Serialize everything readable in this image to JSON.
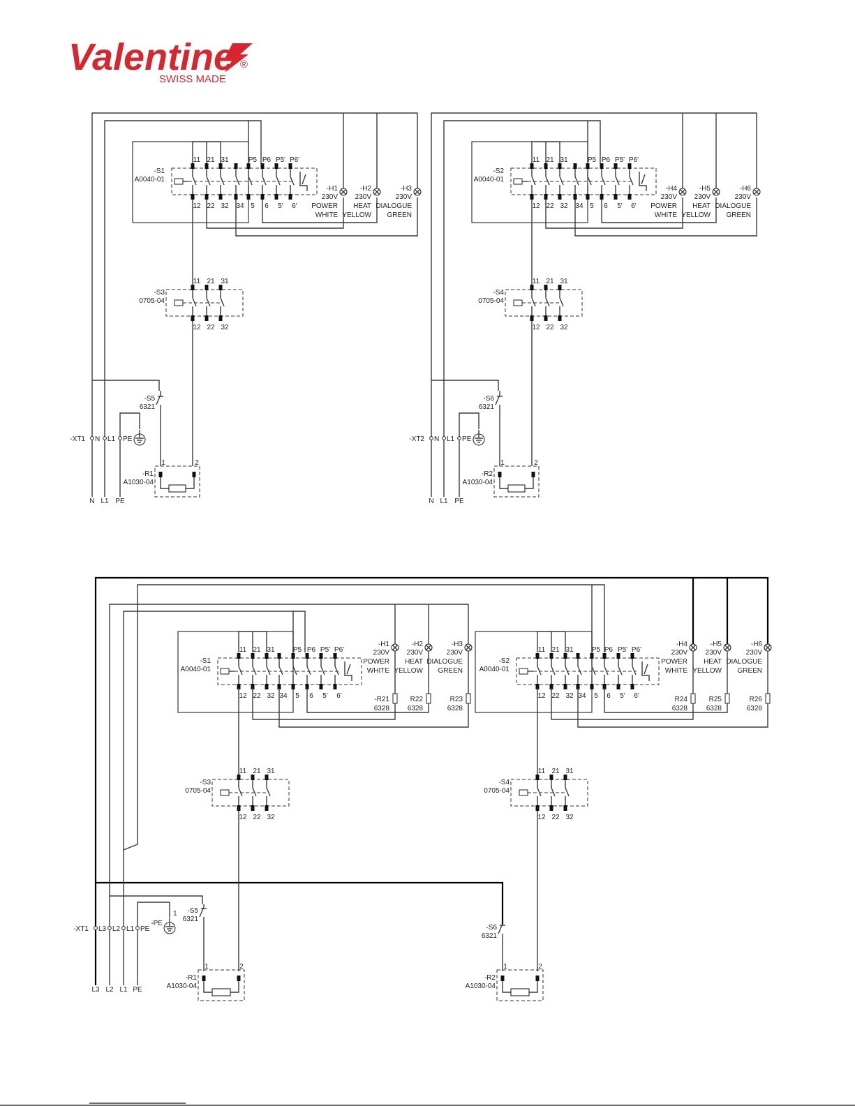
{
  "brand": {
    "name": "Valentine",
    "registered": "®",
    "tagline": "SWISS MADE",
    "color": "#d8262e"
  },
  "diagram1": {
    "terminal": "-XT1",
    "supply": [
      "N",
      "L1",
      "PE"
    ],
    "switch_main": {
      "tag": "-S1",
      "part": "A0040-01"
    },
    "switch_safety": {
      "tag": "-S3",
      "part": "0705-04"
    },
    "thermostat": {
      "tag": "-S5",
      "part": "6321"
    },
    "heater": {
      "tag": "-R1",
      "part": "A1030-04",
      "pins": [
        "1",
        "2"
      ]
    },
    "lamps": [
      {
        "tag": "-H1",
        "voltage": "230V",
        "name": "POWER",
        "color": "WHITE"
      },
      {
        "tag": "-H2",
        "voltage": "230V",
        "name": "HEAT",
        "color": "YELLOW"
      },
      {
        "tag": "-H3",
        "voltage": "230V",
        "name": "DIALOGUE",
        "color": "GREEN"
      }
    ]
  },
  "diagram2": {
    "terminal": "-XT2",
    "supply": [
      "N",
      "L1",
      "PE"
    ],
    "switch_main": {
      "tag": "-S2",
      "part": "A0040-01"
    },
    "switch_safety": {
      "tag": "-S4",
      "part": "0705-04"
    },
    "thermostat": {
      "tag": "-S6",
      "part": "6321"
    },
    "heater": {
      "tag": "-R2",
      "part": "A1030-04",
      "pins": [
        "1",
        "2"
      ]
    },
    "lamps": [
      {
        "tag": "-H4",
        "voltage": "230V",
        "name": "POWER",
        "color": "WHITE"
      },
      {
        "tag": "-H5",
        "voltage": "230V",
        "name": "HEAT",
        "color": "YELLOW"
      },
      {
        "tag": "-H6",
        "voltage": "230V",
        "name": "DIALOGUE",
        "color": "GREEN"
      }
    ]
  },
  "diagram3": {
    "terminal": "-XT1",
    "supply": [
      "L3",
      "L2",
      "L1",
      "PE"
    ],
    "earth": {
      "tag": "-PE",
      "pin": "1"
    },
    "left": {
      "switch_main": {
        "tag": "-S1",
        "part": "A0040-01"
      },
      "switch_safety": {
        "tag": "-S3",
        "part": "0705-04"
      },
      "thermostat": {
        "tag": "-S5",
        "part": "6321"
      },
      "heater": {
        "tag": "-R1",
        "part": "A1030-04",
        "pins": [
          "1",
          "2"
        ]
      },
      "lamps": [
        {
          "tag": "-H1",
          "voltage": "230V",
          "name": "POWER",
          "color": "WHITE",
          "res": "-R21",
          "res_part": "6328"
        },
        {
          "tag": "-H2",
          "voltage": "230V",
          "name": "HEAT",
          "color": "YELLOW",
          "res": "R22",
          "res_part": "6328"
        },
        {
          "tag": "-H3",
          "voltage": "230V",
          "name": "DIALOGUE",
          "color": "GREEN",
          "res": "R23",
          "res_part": "6328"
        }
      ]
    },
    "right": {
      "switch_main": {
        "tag": "-S2",
        "part": "A0040-01"
      },
      "switch_safety": {
        "tag": "-S4",
        "part": "0705-04"
      },
      "thermostat": {
        "tag": "-S6",
        "part": "6321"
      },
      "heater": {
        "tag": "-R2",
        "part": "A1030-04",
        "pins": [
          "1",
          "2"
        ]
      },
      "lamps": [
        {
          "tag": "-H4",
          "voltage": "230V",
          "name": "POWER",
          "color": "WHITE",
          "res": "R24",
          "res_part": "6328"
        },
        {
          "tag": "-H5",
          "voltage": "230V",
          "name": "HEAT",
          "color": "YELLOW",
          "res": "R25",
          "res_part": "6328"
        },
        {
          "tag": "-H6",
          "voltage": "230V",
          "name": "DIALOGUE",
          "color": "GREEN",
          "res": "R26",
          "res_part": "6328"
        }
      ]
    }
  },
  "pins": {
    "main_top": [
      "11",
      "21",
      "31",
      "P5",
      "P6",
      "P5'",
      "P6'"
    ],
    "main_bottom": [
      "12",
      "22",
      "32",
      "34",
      "5",
      "6",
      "5'",
      "6'"
    ],
    "safety_top": [
      "11",
      "21",
      "31"
    ],
    "safety_bottom": [
      "12",
      "22",
      "32"
    ]
  }
}
